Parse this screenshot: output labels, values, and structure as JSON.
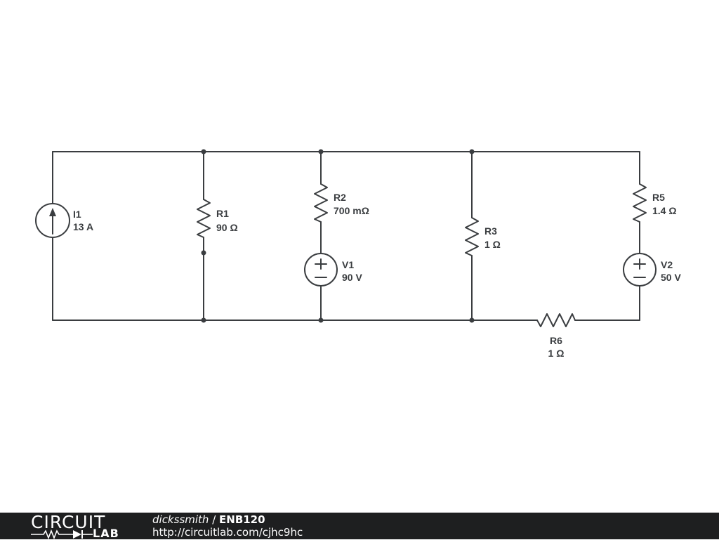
{
  "footer": {
    "logo_top": "CIRCUIT",
    "logo_bottom": "LAB",
    "author": "dickssmith",
    "separator": " / ",
    "title": "ENB120",
    "url": "http://circuitlab.com/cjhc9hc"
  },
  "components": {
    "i1": {
      "name": "I1",
      "value": "13 A"
    },
    "r1": {
      "name": "R1",
      "value": "90 Ω"
    },
    "r2": {
      "name": "R2",
      "value": "700 mΩ"
    },
    "v1": {
      "name": "V1",
      "value": "90 V"
    },
    "r3": {
      "name": "R3",
      "value": "1 Ω"
    },
    "r5": {
      "name": "R5",
      "value": "1.4 Ω"
    },
    "v2": {
      "name": "V2",
      "value": "50 V"
    },
    "r6": {
      "name": "R6",
      "value": "1 Ω"
    }
  },
  "colors": {
    "wire": "#3a3d40",
    "footer_bg": "#1e1f20",
    "background": "#ffffff"
  }
}
